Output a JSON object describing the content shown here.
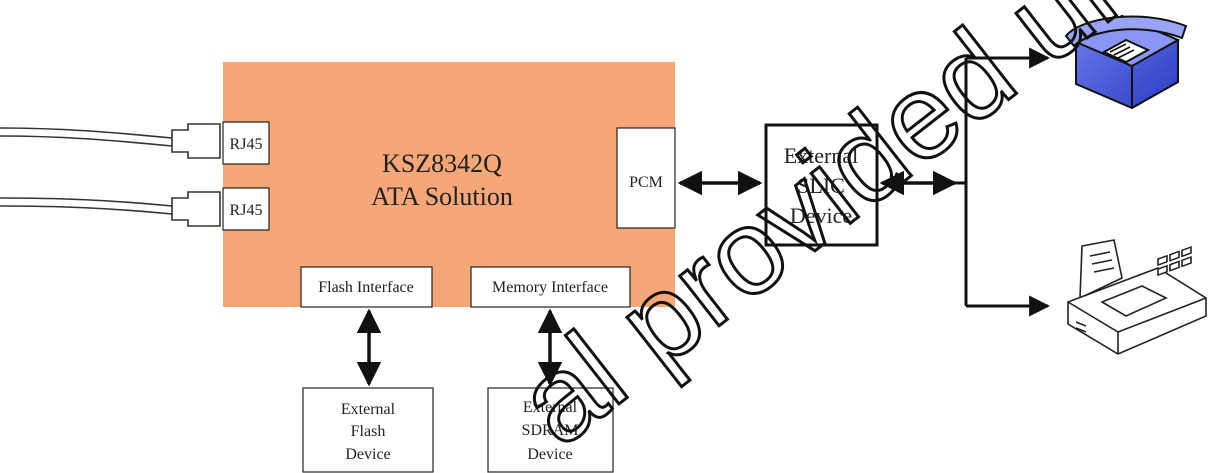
{
  "chip": {
    "title_line1": "KSZ8342Q",
    "title_line2": "ATA Solution",
    "color": "#F6A778"
  },
  "ports": {
    "rj45_top": "RJ45",
    "rj45_bottom": "RJ45",
    "pcm": "PCM",
    "flash_interface": "Flash Interface",
    "memory_interface": "Memory Interface"
  },
  "external_flash": {
    "line1": "External",
    "line2": "Flash",
    "line3": "Device"
  },
  "external_sdram": {
    "line1": "External",
    "line2": "SDRAM",
    "line3": "Device"
  },
  "external_slic": {
    "line1": "External",
    "line2": "SLIC",
    "line3": "Device"
  },
  "icons": {
    "phone": "telephone-icon",
    "fax": "fax-machine-icon"
  },
  "watermark": "al provided unc"
}
